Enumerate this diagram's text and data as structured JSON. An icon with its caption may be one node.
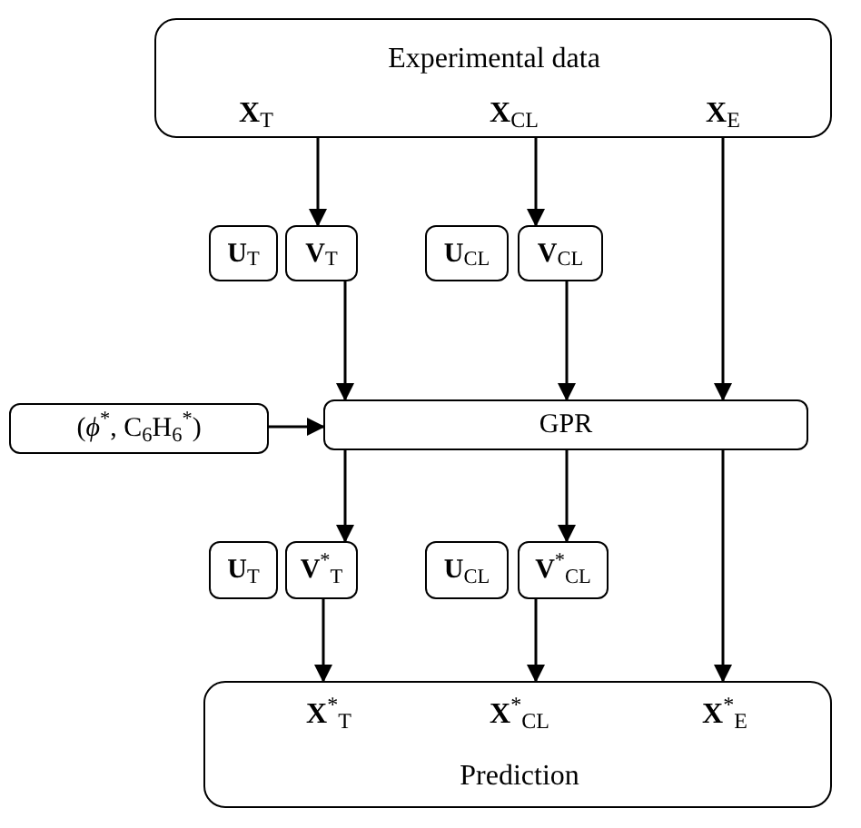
{
  "diagram": {
    "nodes": [
      {
        "text": [
          "Experimental data",
          "**X**$_{T}$",
          "**X**$_{CL}$",
          "**X**$_{E}$"
        ]
      },
      {
        "text": [
          "**U**$_{T}$"
        ]
      },
      {
        "text": [
          "**V**$_{T}$"
        ]
      },
      {
        "text": [
          "**U**$_{CL}$"
        ]
      },
      {
        "text": [
          "**V**$_{CL}$"
        ]
      },
      {
        "text": [
          "(*ϕ*$^{*}$, C$_{6}$H$_{6}$$^{*}$)"
        ]
      },
      {
        "text": [
          "GPR"
        ]
      },
      {
        "text": [
          "**U**$_{T}$"
        ]
      },
      {
        "text": [
          "**V**$^{*}$$_{T}$"
        ]
      },
      {
        "text": [
          "**U**$_{CL}$"
        ]
      },
      {
        "text": [
          "**V**$^{*}$$_{CL}$"
        ]
      },
      {
        "text": [
          "**X**$^{*}$$_{T}$",
          "**X**$^{*}$$_{CL}$",
          "**X**$^{*}$$_{E}$",
          "Prediction"
        ]
      }
    ],
    "edges": [
      {
        "from": 0,
        "to": 2,
        "arrow": "to"
      },
      {
        "from": 0,
        "to": 4,
        "arrow": "to"
      },
      {
        "from": 0,
        "to": 6,
        "arrow": "to"
      },
      {
        "from": 2,
        "to": 6,
        "arrow": "to"
      },
      {
        "from": 4,
        "to": 6,
        "arrow": "to"
      },
      {
        "from": 5,
        "to": 6,
        "arrow": "to"
      },
      {
        "from": 6,
        "to": 8,
        "arrow": "to"
      },
      {
        "from": 6,
        "to": 10,
        "arrow": "to"
      },
      {
        "from": 6,
        "to": 11,
        "arrow": "to"
      },
      {
        "from": 8,
        "to": 11,
        "arrow": "to"
      },
      {
        "from": 10,
        "to": 11,
        "arrow": "to"
      }
    ]
  }
}
